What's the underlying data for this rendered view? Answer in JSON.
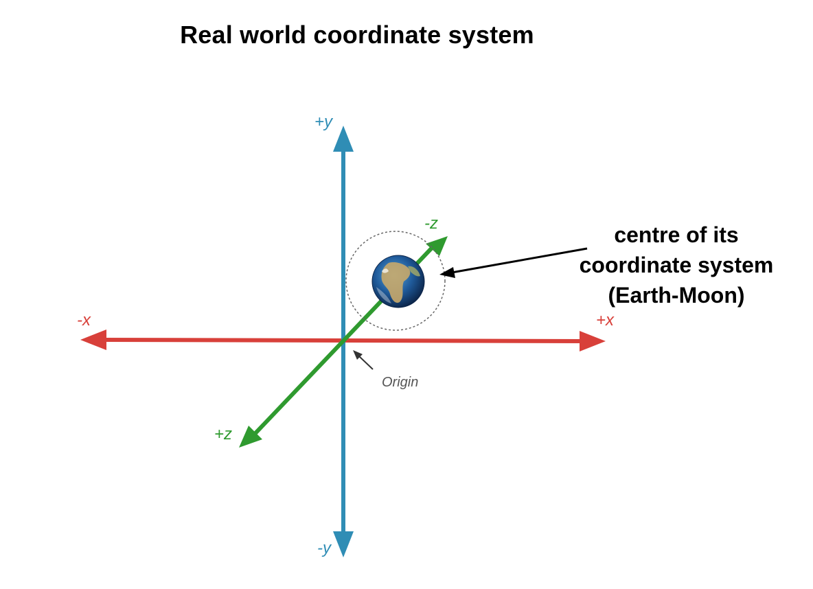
{
  "title": "Real world coordinate system",
  "axes": {
    "x_pos": "+x",
    "x_neg": "-x",
    "y_pos": "+y",
    "y_neg": "-y",
    "z_pos": "+z",
    "z_neg": "-z",
    "origin": "Origin"
  },
  "callout": {
    "line1": "centre of its",
    "line2": "coordinate system",
    "line3": "(Earth-Moon)"
  },
  "colors": {
    "x_axis": "#d8403a",
    "y_axis": "#2f8db5",
    "z_axis": "#2f9a2f",
    "origin_text": "#555555"
  },
  "icons": {
    "earth": "earth-globe-icon"
  }
}
